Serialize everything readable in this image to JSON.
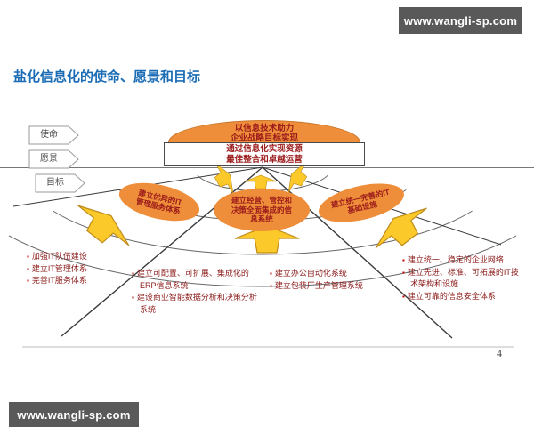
{
  "top_bar": {
    "text": "www.wangli-sp.com"
  },
  "bottom_bar": {
    "text": "www.wangli-sp.com"
  },
  "page": {
    "title": "盐化信息化的使命、愿景和目标",
    "number": "4"
  },
  "row_labels": [
    "使命",
    "愿景",
    "目标"
  ],
  "mission_banner": {
    "line1": "以信息技术助力",
    "line2": "企业战略目标实现"
  },
  "vision_box": {
    "line1": "通过信息化实现资源",
    "line2": "最佳整合和卓越运营"
  },
  "goal_ellipses": [
    {
      "text": "建立优异的IT\n管理服务体系"
    },
    {
      "text": "建立经营、管控和\n决策全面集成的信\n息系统"
    },
    {
      "text": "建立统一完善的IT\n基础设施"
    }
  ],
  "detail_lists": [
    {
      "items": [
        "加强IT队伍建设",
        "建立IT管理体系",
        "完善IT服务体系"
      ]
    },
    {
      "items": [
        "建立可配置、可扩展、集成化的ERP信息系统",
        "建设商业智能数据分析和决策分析系统"
      ]
    },
    {
      "items": [
        "建立办公自动化系统",
        "建立包装厂生产管理系统"
      ]
    },
    {
      "items": [
        "建立统一、稳定的企业网络",
        "建立先进、标准、可拓展的IT技术架构和设施",
        "建立可靠的信息安全体系"
      ]
    }
  ],
  "colors": {
    "accent_orange": "#ef8e3a",
    "arrow_yellow": "#fbc929",
    "dark_red_text": "#9b1b1b",
    "title_blue": "#1b6cb5",
    "bar_gray": "#595959"
  }
}
